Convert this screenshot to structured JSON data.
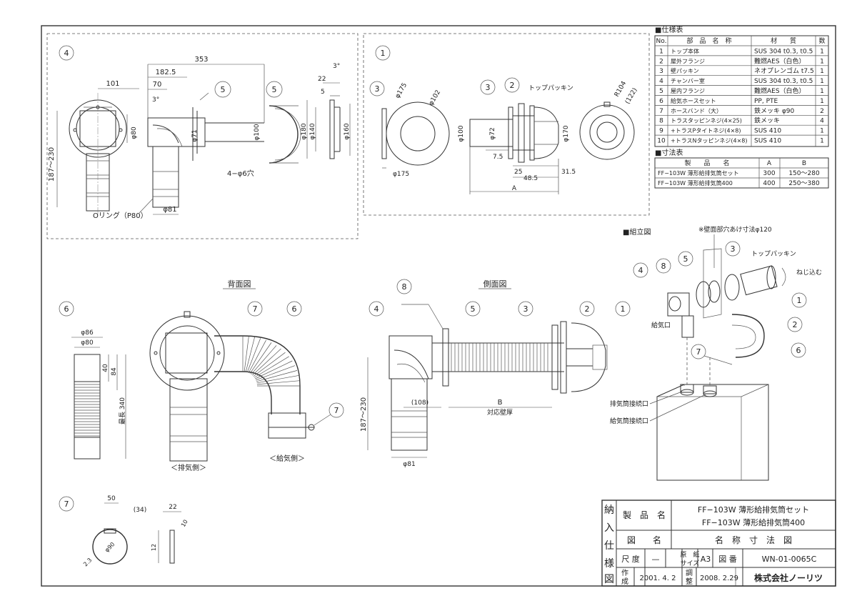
{
  "spec_table": {
    "title": "■仕様表",
    "headers": [
      "No.",
      "部　品　名　称",
      "材　　質",
      "数"
    ],
    "rows": [
      [
        "1",
        "トップ本体",
        "SUS 304 t0.3, t0.5",
        "1"
      ],
      [
        "2",
        "屋外フランジ",
        "難燃AES（白色）",
        "1"
      ],
      [
        "3",
        "壁パッキン",
        "ネオプレンゴム t7.5",
        "1"
      ],
      [
        "4",
        "チャンバー室",
        "SUS 304 t0.3, t0.5",
        "1"
      ],
      [
        "5",
        "屋内フランジ",
        "難燃AES（白色）",
        "1"
      ],
      [
        "6",
        "給気ホースセット",
        "PP, PTE",
        "1"
      ],
      [
        "7",
        "ホースバンド（大）",
        "鉄メッキ φ90",
        "2"
      ],
      [
        "8",
        "トラスタッピンネジ(4×25)",
        "鉄メッキ",
        "4"
      ],
      [
        "9",
        "+トラスPタイトネジ(4×8)",
        "SUS 410",
        "1"
      ],
      [
        "10",
        "+トラスNタッピンネジ(4×8)",
        "SUS 410",
        "1"
      ]
    ]
  },
  "dim_table": {
    "title": "■寸法表",
    "headers": [
      "製　　品　　名",
      "A",
      "B"
    ],
    "rows": [
      [
        "FF−103W 薄形給排気筒セット",
        "300",
        "150〜280"
      ],
      [
        "FF−103W 薄形給排気筒400",
        "400",
        "250〜380"
      ]
    ]
  },
  "assembly": {
    "title": "■組立図",
    "note_wall_hole": "※壁面部穴あけ寸法φ120",
    "top_packing": "トップパッキン",
    "screw_in": "ねじ込む",
    "intake_port": "給気口",
    "exhaust_connect": "排気筒接続口",
    "intake_connect": "給気筒接続口"
  },
  "view_labels": {
    "back_view": "背面図",
    "side_view": "側面図",
    "exhaust_side": "＜排気側＞",
    "intake_side": "＜給気側＞",
    "o_ring": "Oリング（P80）",
    "holes": "4−φ6穴",
    "top_packing": "トップパッキン",
    "wall_thickness": "対応壁厚",
    "full_length": "最長 340"
  },
  "callouts": [
    "1",
    "2",
    "3",
    "4",
    "5",
    "6",
    "7",
    "8"
  ],
  "dims_view4": [
    "353",
    "182.5",
    "101",
    "70",
    "3°",
    "φ80",
    "φ71",
    "φ100",
    "187〜230",
    "φ81",
    "φ140",
    "φ180",
    "φ160",
    "22",
    "5",
    "3°"
  ],
  "dims_view1": [
    "φ175",
    "φ102",
    "φ100",
    "φ72",
    "φ170",
    "R104",
    "φ175",
    "7.5",
    "25",
    "31.5",
    "48.5",
    "(122)",
    "A"
  ],
  "dims_view6": [
    "φ86",
    "φ80",
    "40",
    "84"
  ],
  "dims_side": [
    "187〜230",
    "(108)",
    "B",
    "φ81"
  ],
  "dims_view7": [
    "50",
    "(34)",
    "22",
    "10",
    "12",
    "2.3",
    "φ90"
  ],
  "title_block": {
    "side_label": [
      "納",
      "入",
      "仕",
      "様",
      "図"
    ],
    "product_name_label": "製　品　名",
    "product_name_1": "FF−103W 薄形給排気筒セット",
    "product_name_2": "FF−103W 薄形給排気筒400",
    "drawing_name_label": "図　　名",
    "drawing_name": "名　称　寸　法　図",
    "scale_label": "尺 度",
    "scale_value": "—",
    "paper_label_1": "原　紙",
    "paper_label_2": "サイズ",
    "paper_value": "A3",
    "drawing_no_label": "図 番",
    "drawing_no": "WN-01-0065C",
    "created_label_1": "作",
    "created_label_2": "成",
    "created_date": "2001. 4. 2",
    "adjusted_label_1": "調",
    "adjusted_label_2": "整",
    "adjusted_date": "2008. 2.29",
    "company": "株式会社ノーリツ"
  }
}
